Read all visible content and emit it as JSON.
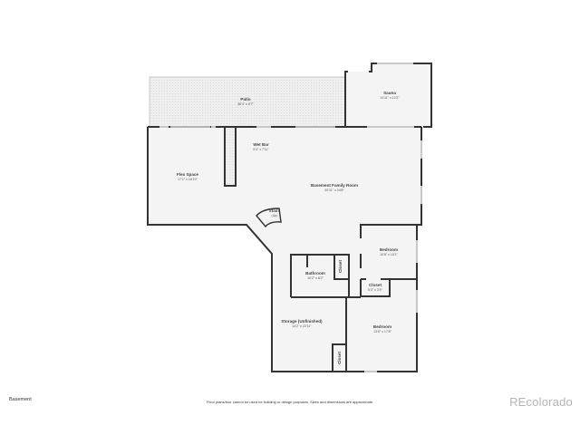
{
  "floor": {
    "name": "Basement",
    "disclaimer": "Floor plans/tour cannot be used for building or design purposes. Sizes and dimensions are approximate.",
    "brand": "REcolorado"
  },
  "rooms": [
    {
      "id": "patio",
      "label": "Patio",
      "dims": "38'4\" x 9'7\""
    },
    {
      "id": "sauna",
      "label": "Sauna",
      "dims": "14'11\" x 12'2\""
    },
    {
      "id": "wet_bar",
      "label": "Wet Bar",
      "dims": "9'4\" x 7'11\""
    },
    {
      "id": "flex_space",
      "label": "Flex Space",
      "dims": "17'1\" x 18'10\""
    },
    {
      "id": "family_room",
      "label": "Basement Family Room",
      "dims": "30'11\" x 24'8\""
    },
    {
      "id": "stairs",
      "label": "Stairs",
      "dims": "(Up)"
    },
    {
      "id": "bedroom_1",
      "label": "Bedroom",
      "dims": "10'8\" x 15'1\""
    },
    {
      "id": "closet_bedroom",
      "label": "Closet",
      "dims": "5'3\" x 3'9\""
    },
    {
      "id": "bathroom",
      "label": "Bathroom",
      "dims": "10'2\" x 8'2\""
    },
    {
      "id": "closet_bath",
      "label": "Closet",
      "dims": ""
    },
    {
      "id": "storage",
      "label": "Storage (Unfinished)",
      "dims": "14'2\" x 22'11\""
    },
    {
      "id": "closet_storage",
      "label": "Closet",
      "dims": ""
    },
    {
      "id": "bedroom_2",
      "label": "Bedroom",
      "dims": "13'8\" x 17'8\""
    }
  ],
  "colors": {
    "wall": "#333333",
    "floor": "#f4f4f4",
    "patio": "#ececec",
    "window": "#c8c8c8"
  }
}
